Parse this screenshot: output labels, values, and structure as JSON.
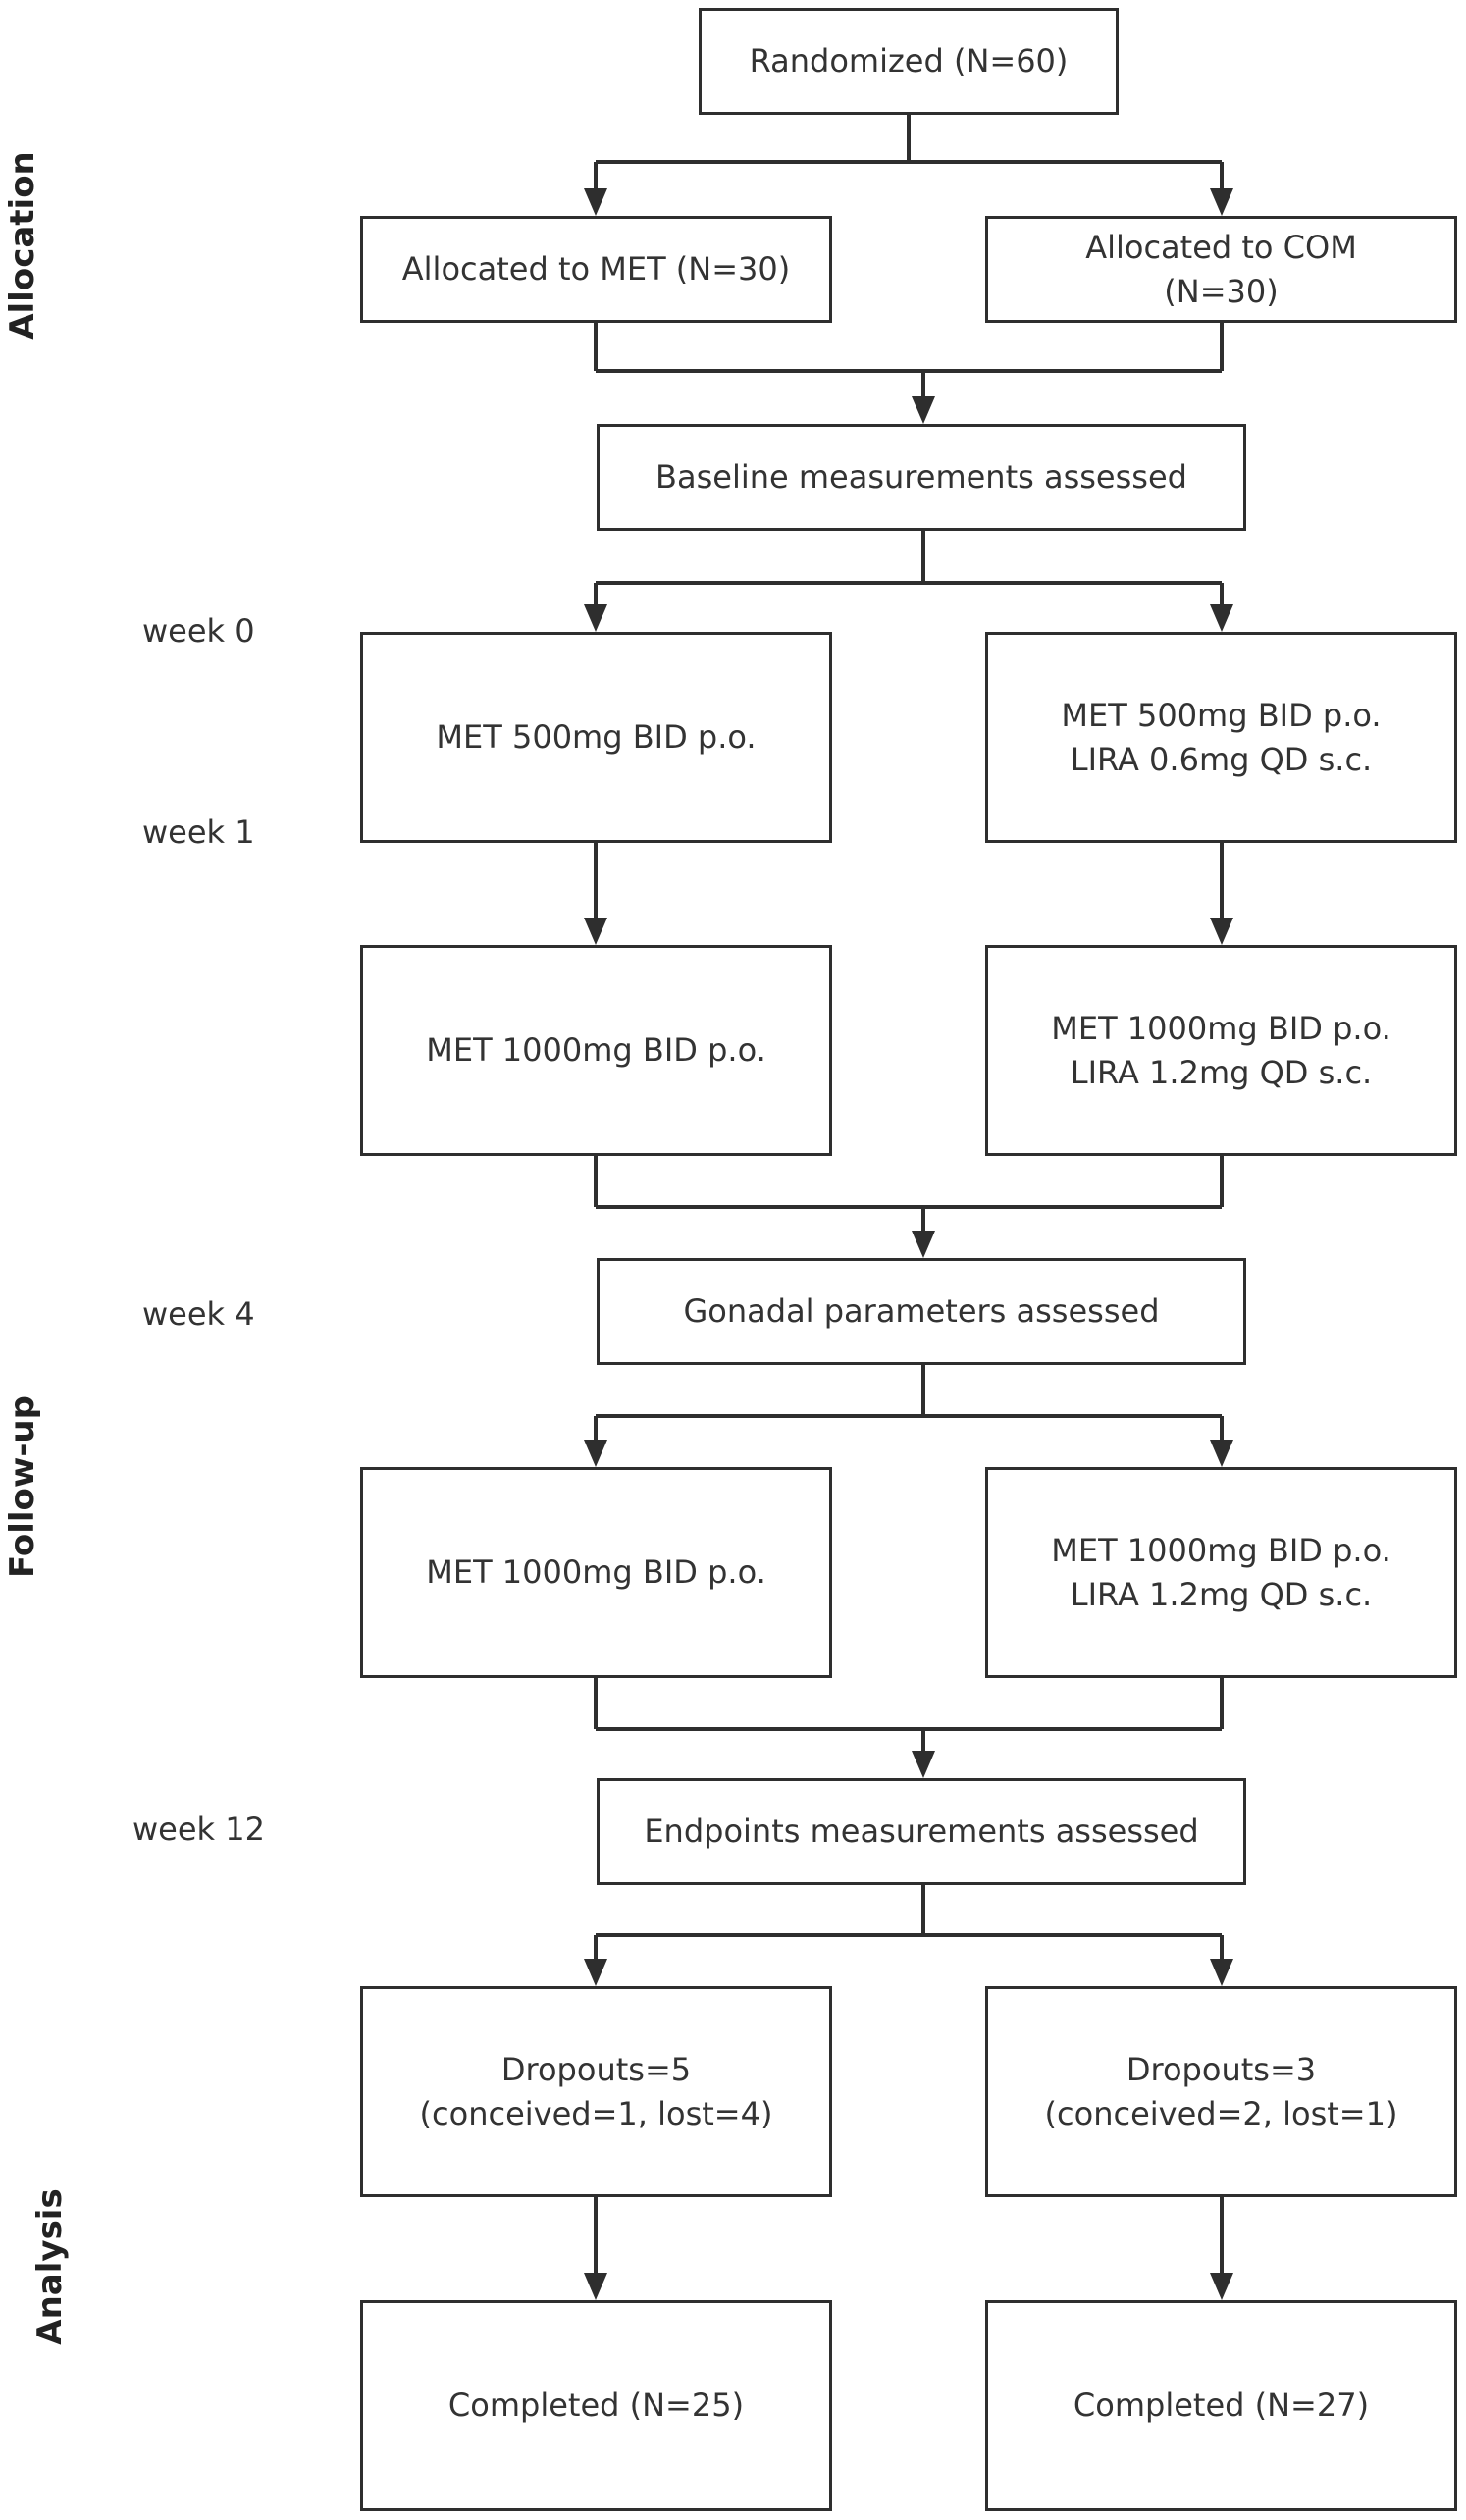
{
  "sections": {
    "allocation": "Allocation",
    "follow_up": "Follow-up",
    "analysis": "Analysis"
  },
  "weeks": {
    "w0": "week 0",
    "w1": "week 1",
    "w4": "week 4",
    "w12": "week 12"
  },
  "boxes": {
    "randomized": [
      "Randomized (N=60)"
    ],
    "alloc_met": [
      "Allocated to MET (N=30)"
    ],
    "alloc_com": [
      "Allocated to COM",
      "(N=30)"
    ],
    "baseline": [
      "Baseline measurements assessed"
    ],
    "met_500": [
      "MET 500mg BID p.o."
    ],
    "com_500": [
      "MET 500mg BID p.o.",
      "LIRA 0.6mg QD s.c."
    ],
    "met_1000_a": [
      "MET 1000mg BID p.o."
    ],
    "com_1000_a": [
      "MET 1000mg BID p.o.",
      "LIRA 1.2mg QD s.c."
    ],
    "gonadal": [
      "Gonadal parameters assessed"
    ],
    "met_1000_b": [
      "MET 1000mg BID p.o."
    ],
    "com_1000_b": [
      "MET 1000mg BID p.o.",
      "LIRA 1.2mg QD s.c."
    ],
    "endpoints": [
      "Endpoints measurements assessed"
    ],
    "dropouts_met": [
      "Dropouts=5",
      "(conceived=1, lost=4)"
    ],
    "dropouts_com": [
      "Dropouts=3",
      "(conceived=2, lost=1)"
    ],
    "completed_met": [
      "Completed (N=25)"
    ],
    "completed_com": [
      "Completed (N=27)"
    ]
  },
  "colors": {
    "line": "#2e2e2e",
    "text": "#333333"
  }
}
